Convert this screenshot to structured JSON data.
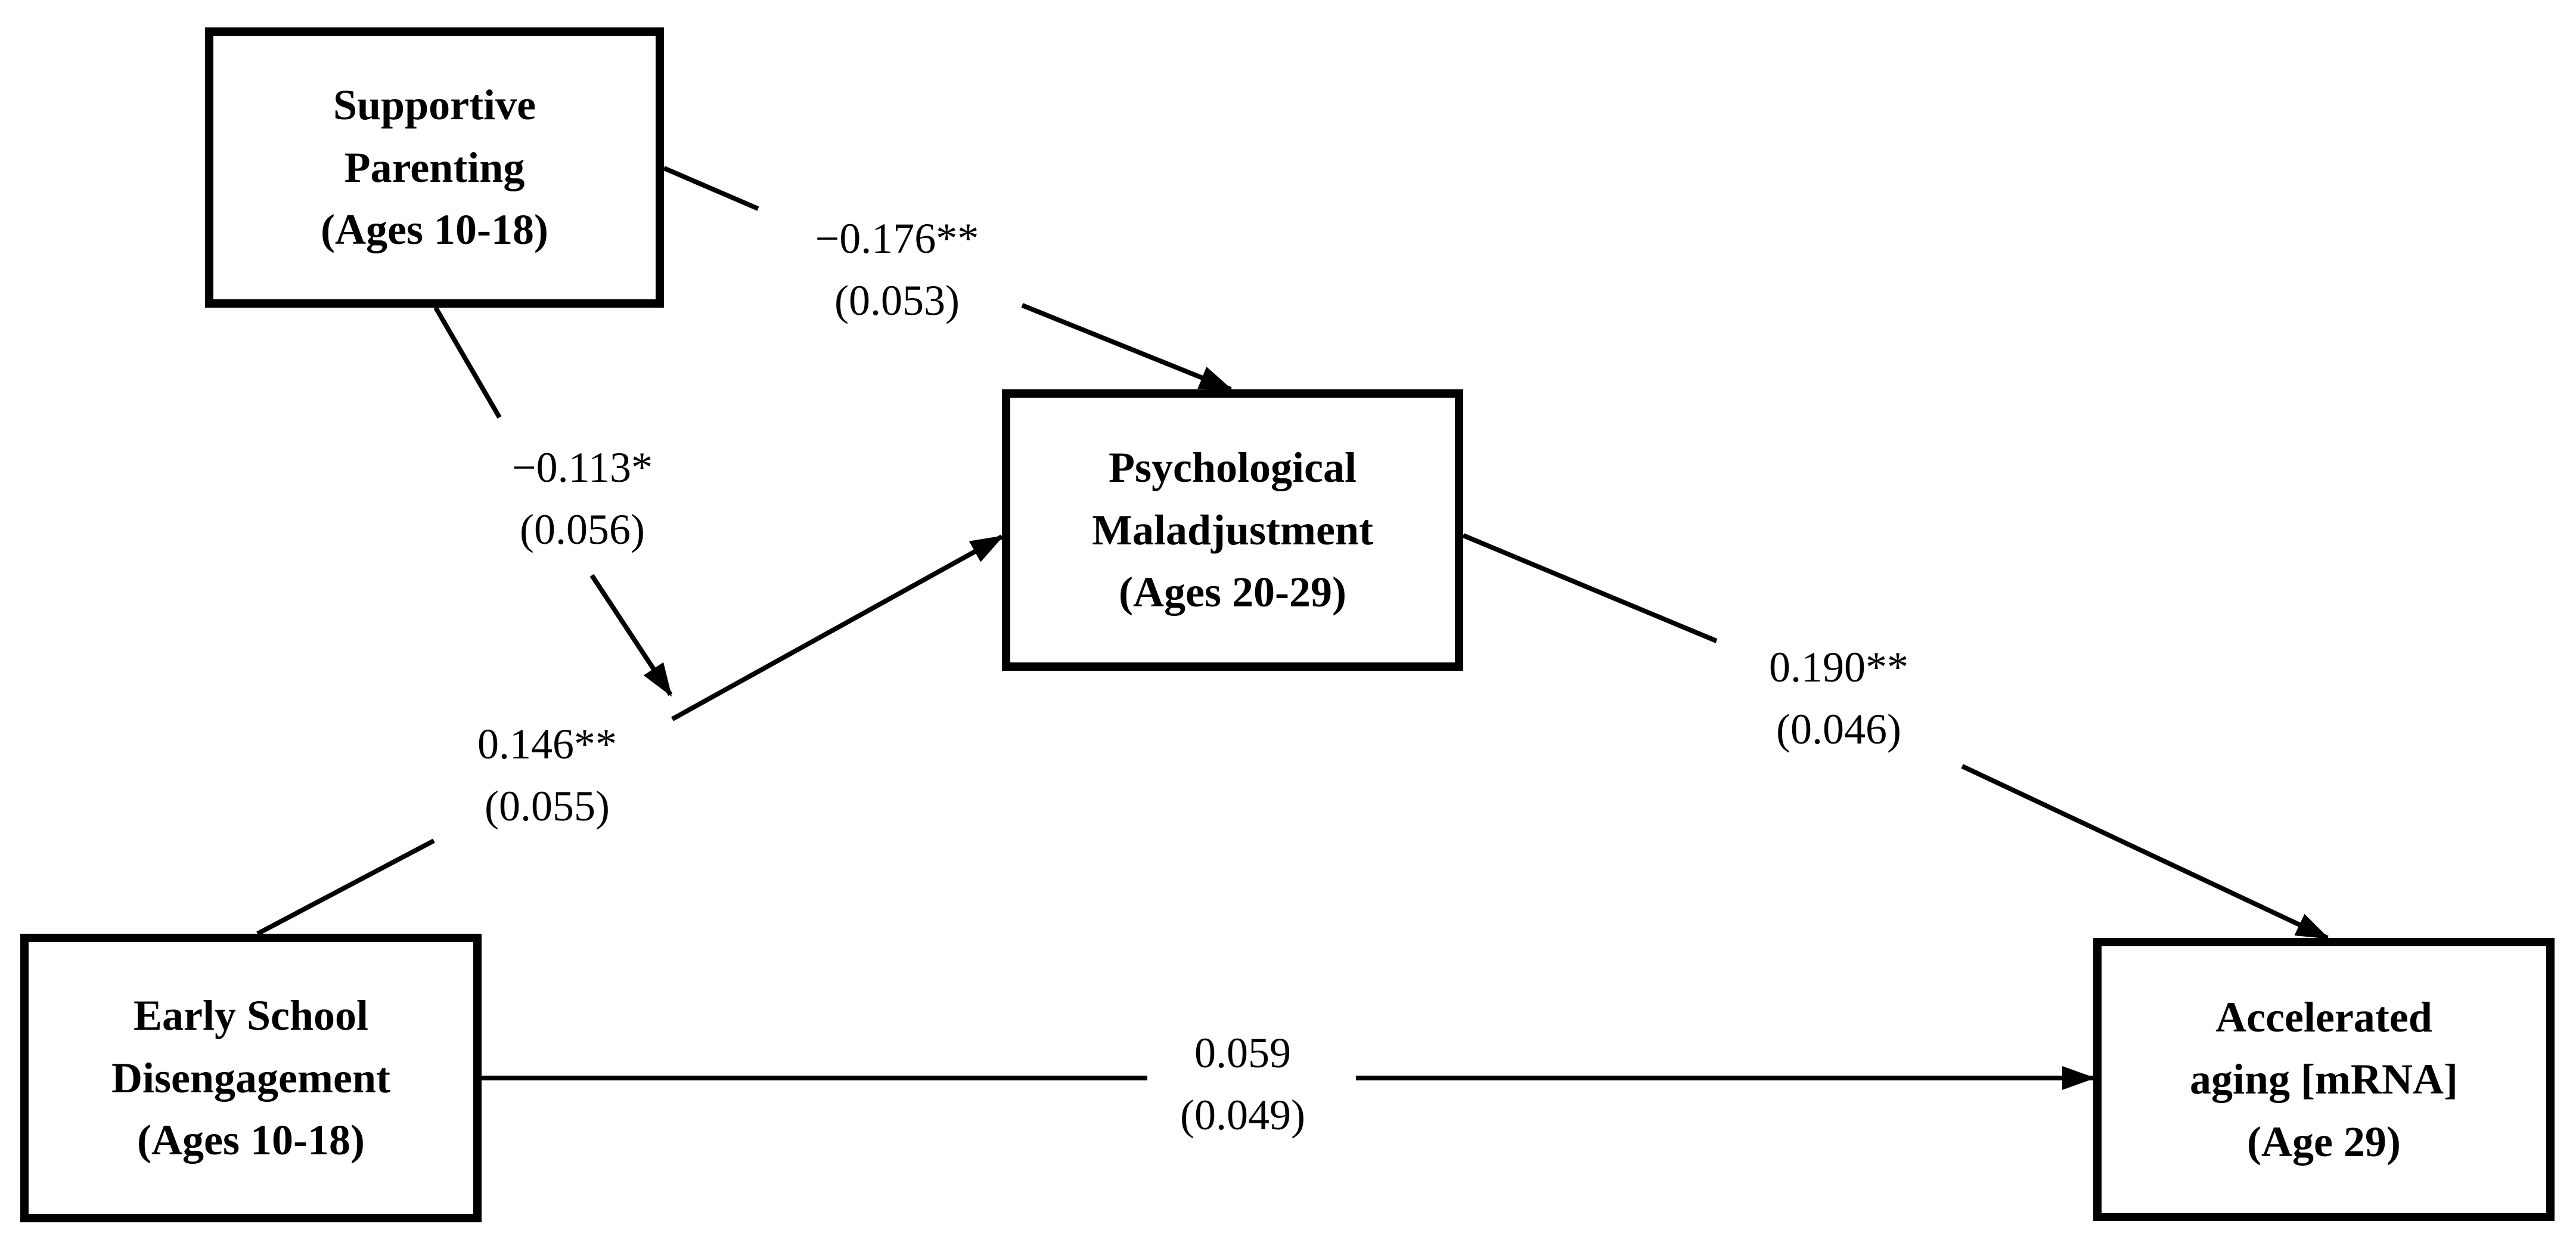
{
  "diagram": {
    "nodes": {
      "supportive_parenting": {
        "lines": [
          "Supportive",
          "Parenting",
          "(Ages 10-18)"
        ]
      },
      "psychological_maladjustment": {
        "lines": [
          "Psychological",
          "Maladjustment",
          "(Ages 20-29)"
        ]
      },
      "early_school_disengagement": {
        "lines": [
          "Early School",
          "Disengagement",
          "(Ages 10-18)"
        ]
      },
      "accelerated_aging": {
        "lines": [
          "Accelerated",
          "aging [mRNA]",
          "(Age 29)"
        ]
      }
    },
    "paths": {
      "parenting_to_maladjustment": {
        "from": "Supportive Parenting",
        "to": "Psychological Maladjustment",
        "coefficient": "−0.176**",
        "se": "(0.053)"
      },
      "parenting_moderation": {
        "from": "Supportive Parenting",
        "to": "Early School Disengagement → Psychological Maladjustment",
        "coefficient": "−0.113*",
        "se": "(0.056)"
      },
      "disengagement_to_maladjustment": {
        "from": "Early School Disengagement",
        "to": "Psychological Maladjustment",
        "coefficient": "0.146**",
        "se": "(0.055)"
      },
      "maladjustment_to_aging": {
        "from": "Psychological Maladjustment",
        "to": "Accelerated aging [mRNA]",
        "coefficient": "0.190**",
        "se": "(0.046)"
      },
      "disengagement_to_aging": {
        "from": "Early School Disengagement",
        "to": "Accelerated aging [mRNA]",
        "coefficient": "0.059",
        "se": "(0.049)"
      }
    }
  }
}
